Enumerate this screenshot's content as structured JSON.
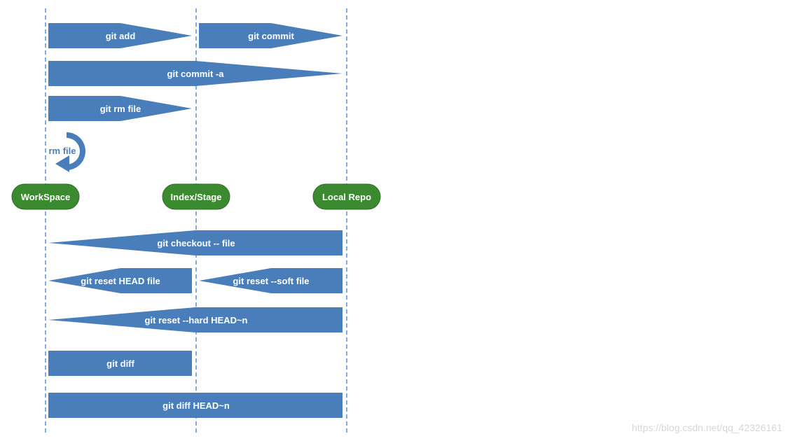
{
  "colors": {
    "arrow_fill": "#4a7ebb",
    "arrow_text": "#ffffff",
    "stage_fill": "#3b8a2f",
    "stage_border": "#2e6e24",
    "lifeline": "#5b8fd6",
    "watermark": "#d6d6d6"
  },
  "stages": {
    "workspace": "WorkSpace",
    "index": "Index/Stage",
    "local_repo": "Local Repo"
  },
  "commands": {
    "git_add": "git add",
    "git_commit": "git commit",
    "git_commit_a": "git commit -a",
    "git_rm_file": "git rm file",
    "rm_file": "rm file",
    "git_checkout_file": "git checkout -- file",
    "git_reset_head_file": "git reset HEAD file",
    "git_reset_soft_file": "git reset --soft file",
    "git_reset_hard_head_n": "git reset --hard HEAD~n",
    "git_diff": "git diff",
    "git_diff_head_n": "git diff HEAD~n"
  },
  "watermark": "https://blog.csdn.net/qq_42326161"
}
